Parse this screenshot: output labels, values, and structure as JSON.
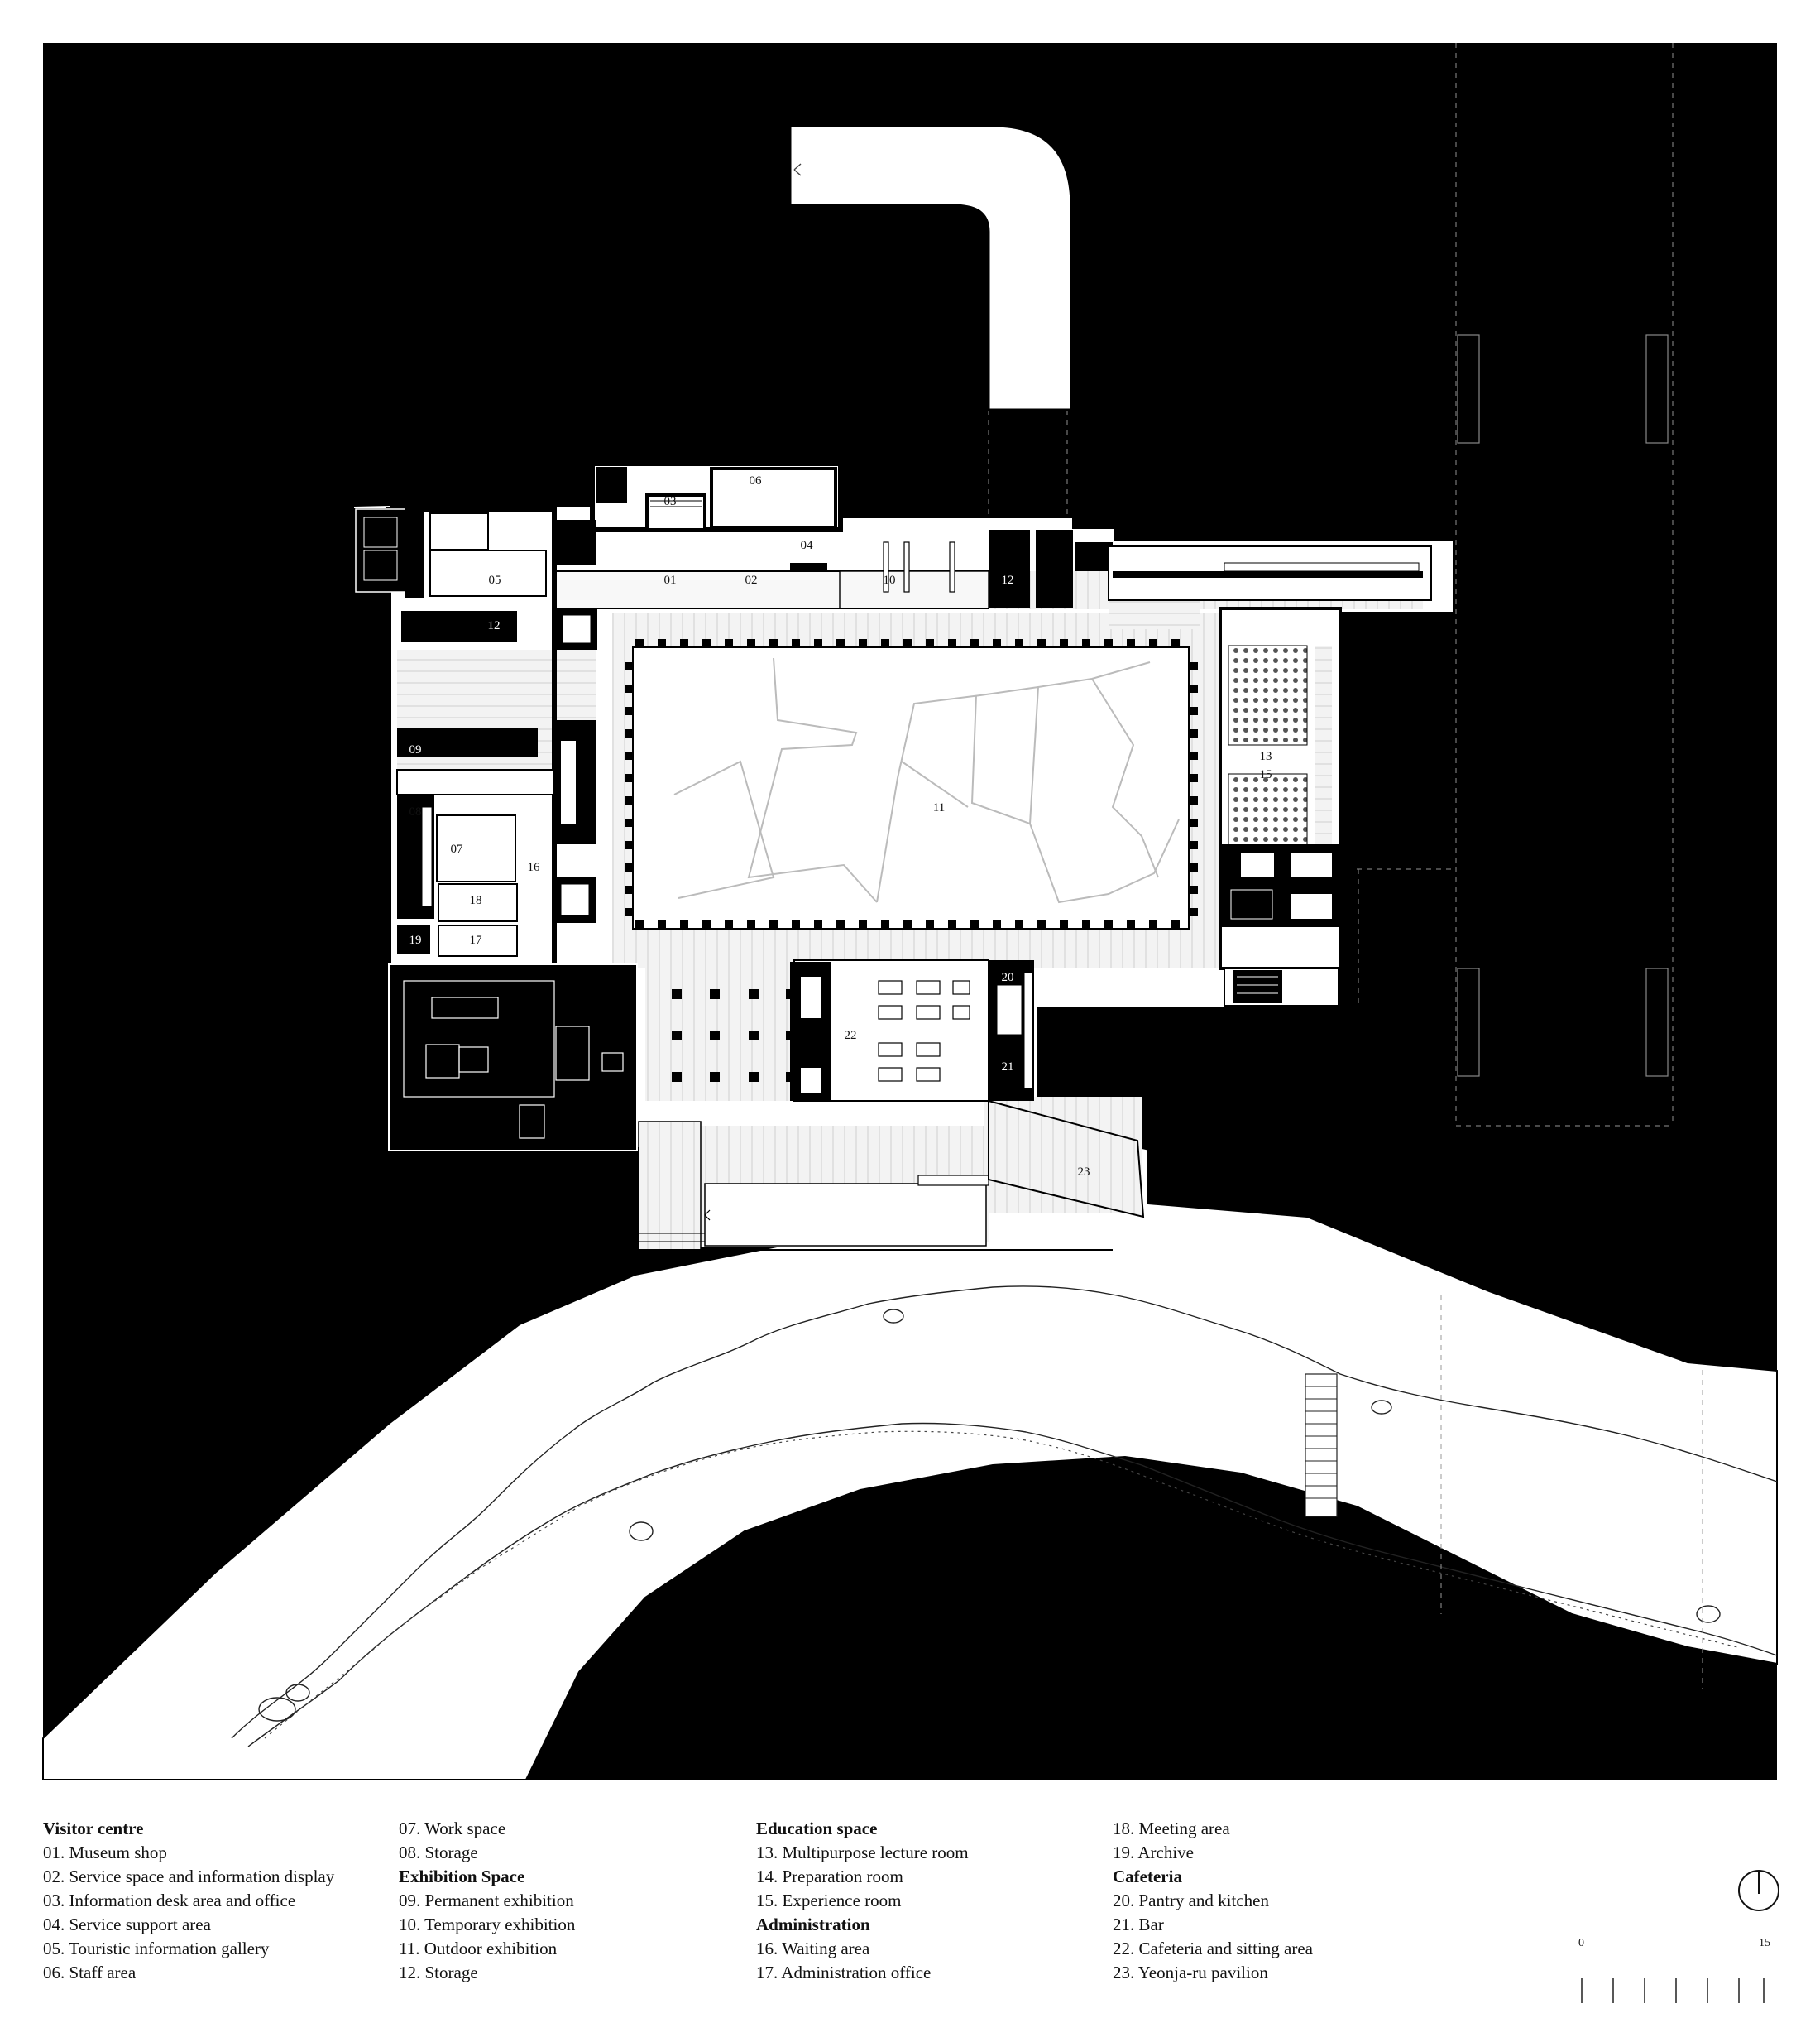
{
  "plan": {
    "room_numbers": [
      "01",
      "02",
      "03",
      "04",
      "05",
      "06",
      "07",
      "08",
      "09",
      "10",
      "11",
      "12",
      "12",
      "13",
      "14",
      "15",
      "16",
      "17",
      "18",
      "19",
      "20",
      "21",
      "22",
      "23"
    ]
  },
  "legend": {
    "col1": [
      {
        "text": "Visitor centre",
        "heading": true
      },
      {
        "text": "01. Museum shop"
      },
      {
        "text": "02. Service space and information display"
      },
      {
        "text": "03. Information desk area and office"
      },
      {
        "text": "04. Service support area"
      },
      {
        "text": "05. Touristic information gallery"
      },
      {
        "text": "06. Staff  area"
      }
    ],
    "col2": [
      {
        "text": "07. Work space"
      },
      {
        "text": "08. Storage"
      },
      {
        "text": "Exhibition Space",
        "heading": true
      },
      {
        "text": "09. Permanent exhibition"
      },
      {
        "text": "10. Temporary exhibition"
      },
      {
        "text": "11. Outdoor exhibition"
      },
      {
        "text": "12. Storage"
      }
    ],
    "col3": [
      {
        "text": "Education space",
        "heading": true
      },
      {
        "text": "13. Multipurpose lecture room"
      },
      {
        "text": "14. Preparation room"
      },
      {
        "text": "15. Experience room"
      },
      {
        "text": "Administration",
        "heading": true
      },
      {
        "text": "16. Waiting area"
      },
      {
        "text": "17. Administration office"
      }
    ],
    "col4": [
      {
        "text": "18. Meeting area"
      },
      {
        "text": "19. Archive"
      },
      {
        "text": "Cafeteria",
        "heading": true
      },
      {
        "text": "20. Pantry and kitchen"
      },
      {
        "text": "21. Bar"
      },
      {
        "text": "22. Cafeteria and sitting area"
      },
      {
        "text": "23. Yeonja-ru pavilion"
      }
    ]
  },
  "scale": {
    "start": "0",
    "end": "15"
  }
}
